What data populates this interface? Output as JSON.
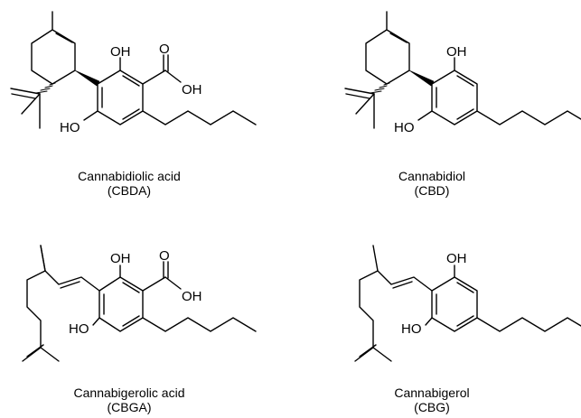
{
  "molecules": [
    {
      "name": "Cannabidiolic acid",
      "abbr": "(CBDA)",
      "labels": {
        "oh_top": "OH",
        "carbonyl_o": "O",
        "acid_oh": "OH",
        "ho": "HO"
      }
    },
    {
      "name": "Cannabidiol",
      "abbr": "(CBD)",
      "labels": {
        "oh_top": "OH",
        "ho": "HO"
      }
    },
    {
      "name": "Cannabigerolic acid",
      "abbr": "(CBGA)",
      "labels": {
        "oh_top": "OH",
        "carbonyl_o": "O",
        "acid_oh": "OH",
        "ho": "HO"
      }
    },
    {
      "name": "Cannabigerol",
      "abbr": "(CBG)",
      "labels": {
        "oh_top": "OH",
        "ho": "HO"
      }
    }
  ]
}
